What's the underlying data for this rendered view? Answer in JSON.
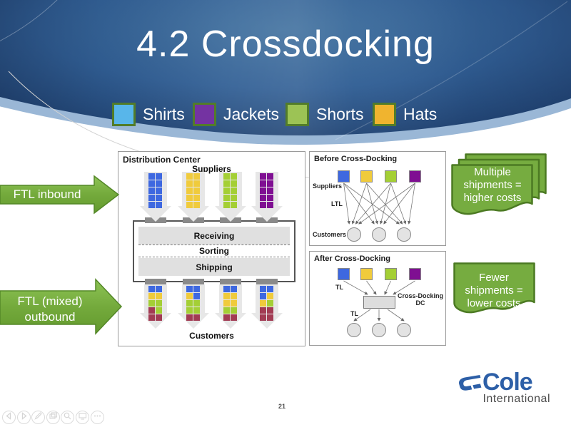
{
  "slide": {
    "title": "4.2 Crossdocking"
  },
  "legend": {
    "swatch_border": "#527C29",
    "items": [
      {
        "label": "Shirts",
        "color": "#58B6EA"
      },
      {
        "label": "Jackets",
        "color": "#7433A2"
      },
      {
        "label": "Shorts",
        "color": "#9CC355"
      },
      {
        "label": "Hats",
        "color": "#F0B42F"
      }
    ]
  },
  "distribution_center": {
    "title": "Distribution Center",
    "suppliers_label": "Suppliers",
    "customers_label": "Customers",
    "bands": [
      "Receiving",
      "Sorting",
      "Shipping"
    ],
    "inbound_columns": [
      "blue",
      "yellow",
      "green",
      "purple"
    ],
    "outbound_columns": [
      [
        "blue",
        "blue",
        "yellow",
        "yellow",
        "green",
        "green",
        "maroon",
        "green",
        "maroon",
        "maroon"
      ],
      [
        "blue",
        "blue",
        "yellow",
        "blue",
        "green",
        "green",
        "green",
        "green",
        "maroon",
        "maroon"
      ],
      [
        "blue",
        "blue",
        "yellow",
        "yellow",
        "yellow",
        "yellow",
        "green",
        "green",
        "maroon",
        "maroon"
      ],
      [
        "blue",
        "blue",
        "blue",
        "yellow",
        "yellow",
        "green",
        "maroon",
        "maroon",
        "maroon",
        "maroon"
      ]
    ]
  },
  "before_crossdocking": {
    "title": "Before Cross-Docking",
    "suppliers_label": "Suppliers",
    "ltl_label": "LTL",
    "customers_label": "Customers",
    "supplier_colors": [
      "blue",
      "yellow",
      "green",
      "purple"
    ],
    "customer_count": 3
  },
  "after_crossdocking": {
    "title": "After Cross-Docking",
    "tl_top_label": "TL",
    "tl_bottom_label": "TL",
    "dc_label_lines": [
      "Cross-Docking",
      "DC"
    ],
    "supplier_colors": [
      "blue",
      "yellow",
      "green",
      "purple"
    ],
    "customer_count": 3
  },
  "flow_arrows": {
    "inbound": "FTL inbound",
    "outbound_lines": [
      "FTL (mixed)",
      "outbound"
    ]
  },
  "callouts": {
    "multiple": {
      "lines": [
        "Multiple",
        "shipments =",
        "higher costs"
      ]
    },
    "fewer": {
      "lines": [
        "Fewer",
        "shipments =",
        "lower costs"
      ]
    }
  },
  "footer": {
    "page_number": "21",
    "logo_title": "Cole",
    "logo_subtitle": "International"
  },
  "toolbar": {
    "icons": [
      "previous",
      "next",
      "pen",
      "slides",
      "zoom",
      "display",
      "more"
    ]
  },
  "palette": {
    "diagram": {
      "blue": "#3E68E0",
      "yellow": "#F0CB3C",
      "green": "#A4CF35",
      "purple": "#7F0F92",
      "maroon": "#A23B53"
    },
    "header_blue_dark": "#183765",
    "header_blue_light": "#41719F",
    "band_blue": "#9AB7D6",
    "green_fill": "#76AC40",
    "green_border": "#4C7A23",
    "logo_blue": "#2D5FA7",
    "logo_gray": "#4B4B4B"
  }
}
